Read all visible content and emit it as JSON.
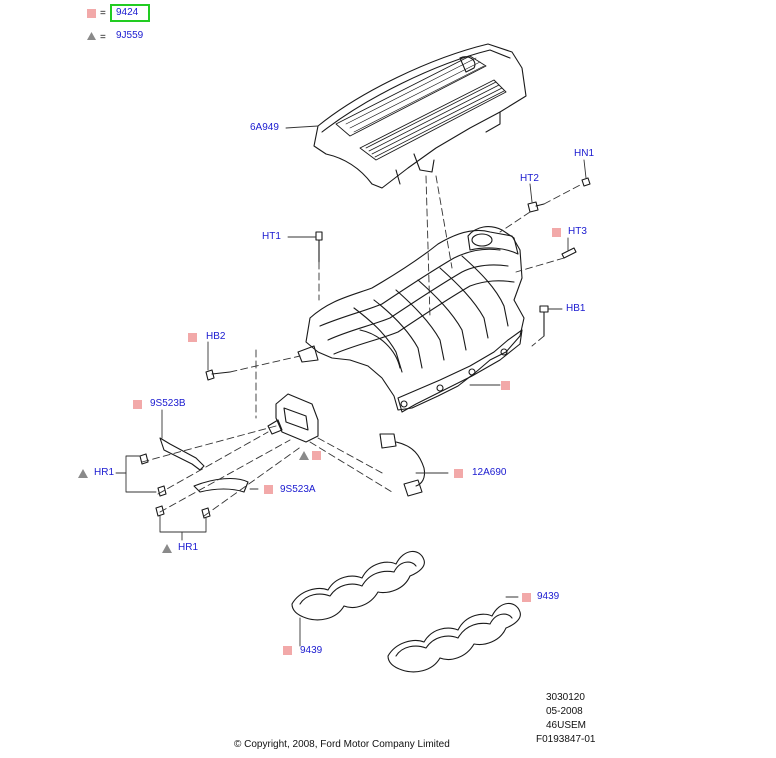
{
  "legend": {
    "square_part": "9424",
    "equals": "=",
    "triangle_part": "9J559"
  },
  "labels": {
    "cover": "6A949",
    "hn1": "HN1",
    "ht2": "HT2",
    "ht3": "HT3",
    "ht1": "HT1",
    "hb1": "HB1",
    "hb2": "HB2",
    "valve_b": "9S523B",
    "valve_a": "9S523A",
    "hr1_left": "HR1",
    "hr1_bottom": "HR1",
    "sensor": "12A690",
    "gasket_right": "9439",
    "gasket_left": "9439"
  },
  "footer": {
    "copyright": "© Copyright, 2008, Ford Motor Company Limited",
    "code1": "3030120",
    "code2": "05-2008",
    "code3": "46USEM",
    "code4": "F0193847-01"
  },
  "colors": {
    "accent_square": "#f2a9a9",
    "triangle": "#8a8a8a",
    "highlight": "#22cc22",
    "label_text": "#1a1ad0"
  }
}
